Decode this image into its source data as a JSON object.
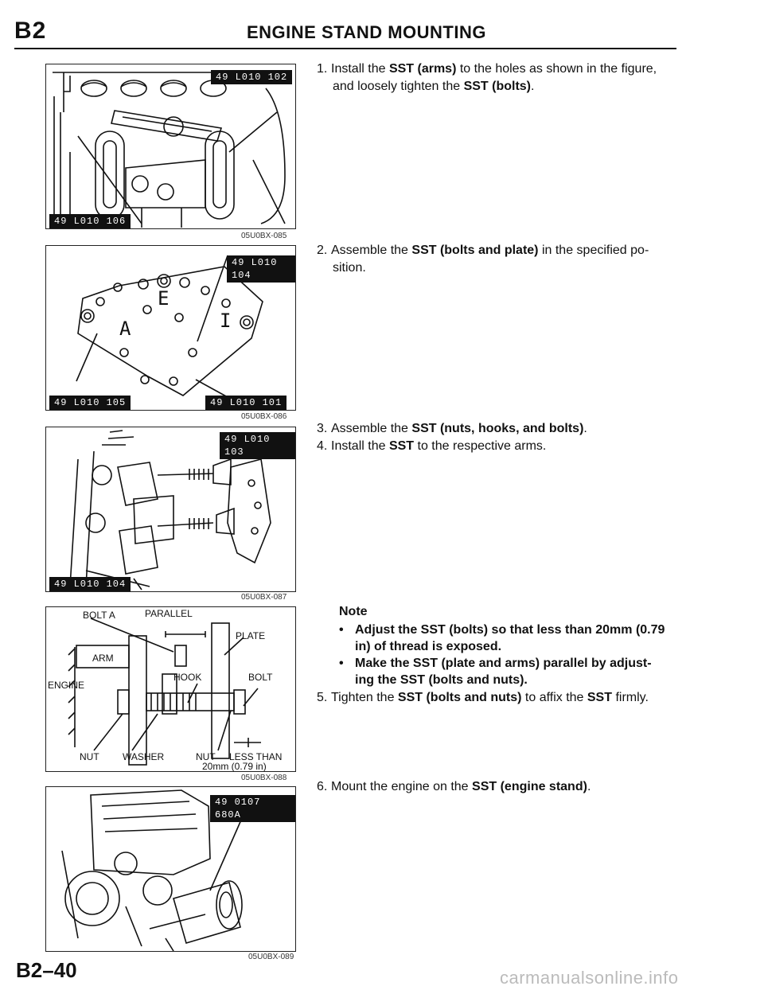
{
  "header": {
    "section": "B2",
    "title": "ENGINE STAND MOUNTING"
  },
  "figures": [
    {
      "tags": [
        "49 L010 102",
        "49 L010 106"
      ],
      "code": "05U0BX-085"
    },
    {
      "tags": [
        "49 L010 104",
        "49 L010 105",
        "49 L010 101"
      ],
      "letters": [
        "E",
        "A",
        "I"
      ],
      "code": "05U0BX-086"
    },
    {
      "tags": [
        "49 L010 103",
        "49 L010 104"
      ],
      "code": "05U0BX-087"
    },
    {
      "labels": {
        "bolt_a": "BOLT A",
        "parallel": "PARALLEL",
        "plate": "PLATE",
        "arm": "ARM",
        "hook": "HOOK",
        "bolt": "BOLT",
        "engine": "ENGINE",
        "nut1": "NUT",
        "washer": "WASHER",
        "nut2": "NUT",
        "less_than": "LESS THAN",
        "dim": "20mm (0.79 in)"
      },
      "code": "05U0BX-088"
    },
    {
      "tags": [
        "49 0107 680A"
      ],
      "code": "05U0BX-089"
    }
  ],
  "steps": {
    "s1": {
      "num": "1.",
      "pre": "Install the ",
      "b1": "SST (arms)",
      "mid": " to the holes as shown in the figure,",
      "line2pre": "and loosely tighten the ",
      "b2": "SST (bolts)",
      "end": "."
    },
    "s2": {
      "num": "2.",
      "pre": "Assemble the ",
      "b1": "SST (bolts and plate)",
      "mid": " in the specified po-",
      "line2": "sition."
    },
    "s3": {
      "num": "3.",
      "pre": "Assemble the ",
      "b1": "SST (nuts, hooks, and bolts)",
      "end": "."
    },
    "s4": {
      "num": "4.",
      "pre": "Install the ",
      "b1": "SST",
      "end": " to the respective arms."
    },
    "note": {
      "title": "Note",
      "b1_l1": "Adjust the SST (bolts) so that less than 20mm (0.79",
      "b1_l2": "in) of thread is exposed.",
      "b2_l1": "Make the SST (plate and arms) parallel by adjust-",
      "b2_l2": "ing the SST (bolts and nuts)."
    },
    "s5": {
      "num": "5.",
      "pre": "Tighten the ",
      "b1": "SST (bolts and nuts)",
      "mid": " to affix the ",
      "b2": "SST",
      "end": " firmly."
    },
    "s6": {
      "num": "6.",
      "pre": "Mount the engine on the ",
      "b1": "SST (engine stand)",
      "end": "."
    }
  },
  "footer": {
    "page": "B2–40",
    "watermark": "carmanualsonline.info"
  }
}
